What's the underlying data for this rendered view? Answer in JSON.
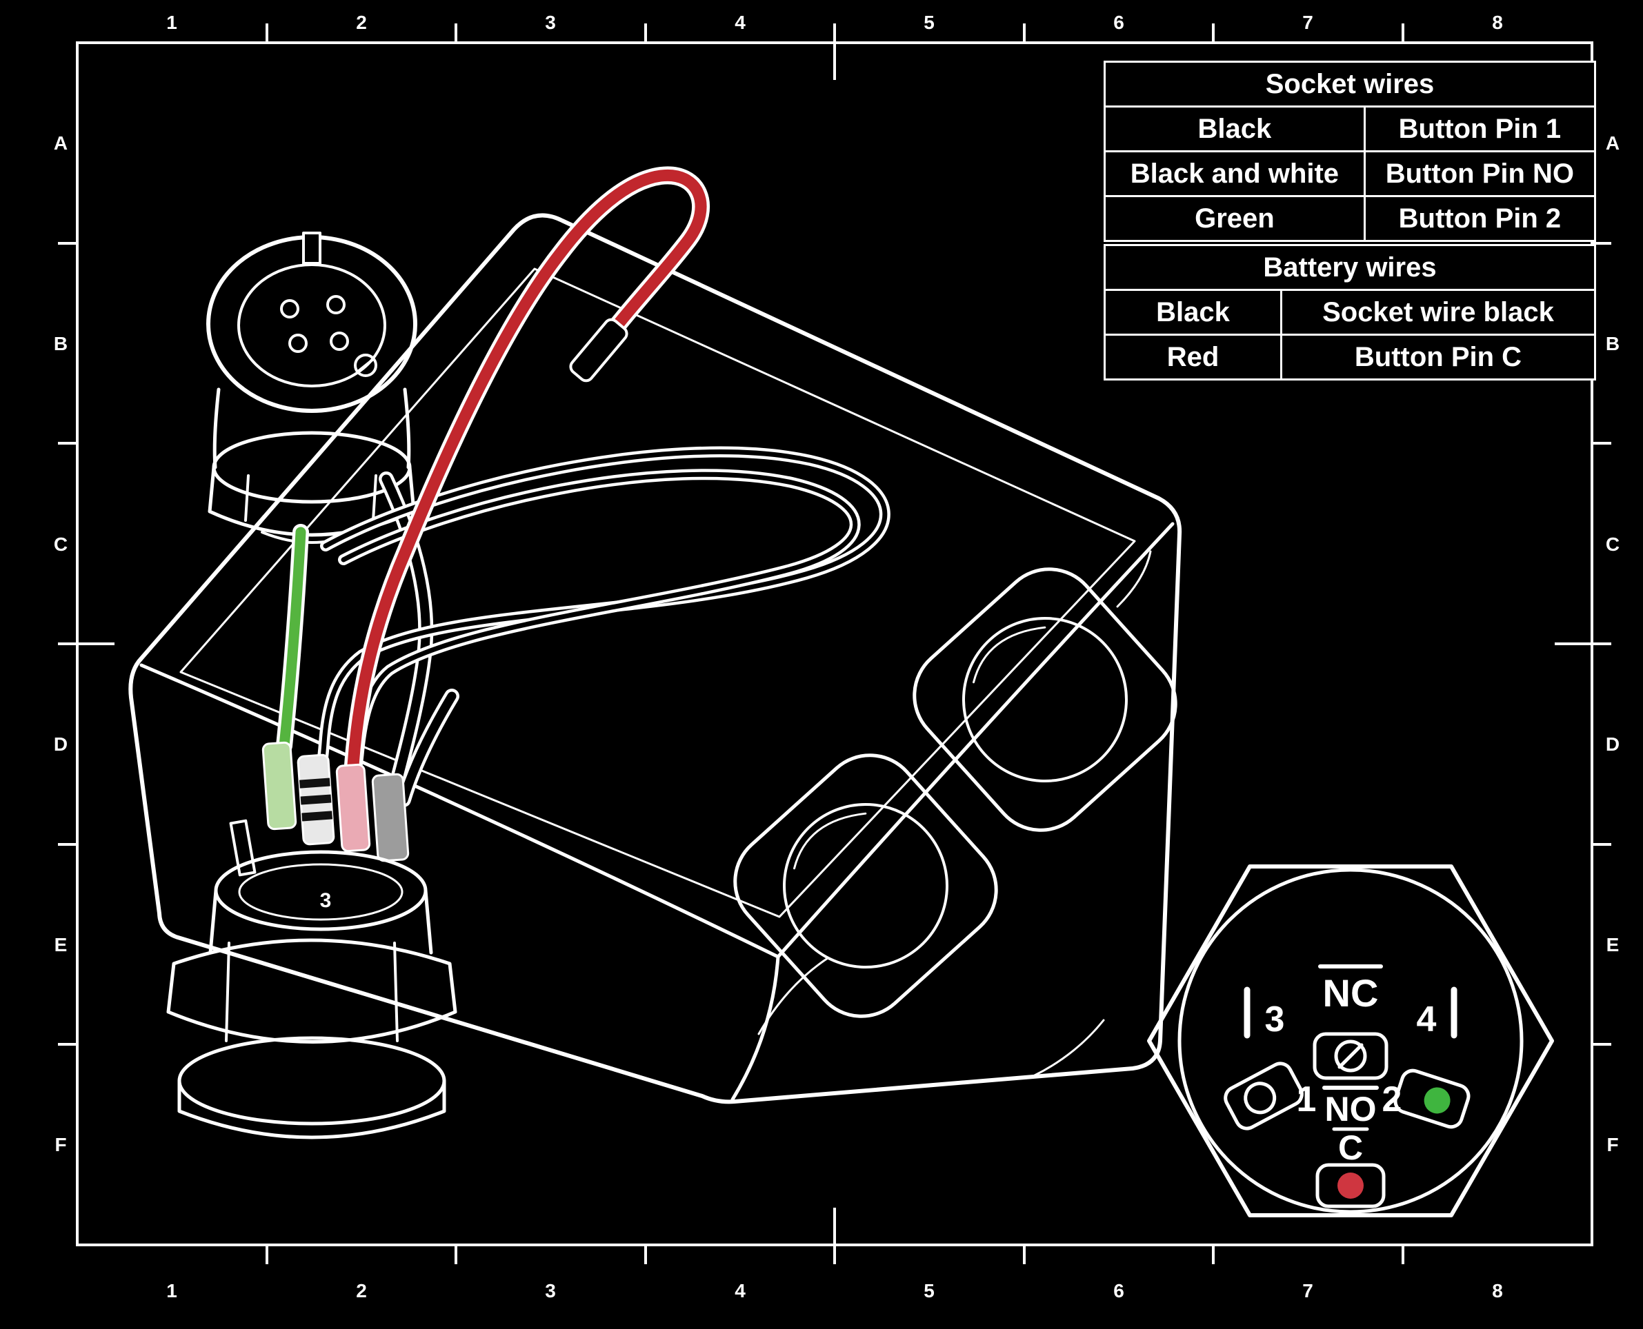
{
  "frame": {
    "columns": [
      "1",
      "2",
      "3",
      "4",
      "5",
      "6",
      "7",
      "8"
    ],
    "rows": [
      "A",
      "B",
      "C",
      "D",
      "E",
      "F"
    ]
  },
  "tables": {
    "socket": {
      "title": "Socket wires",
      "rows": [
        {
          "wire": "Black",
          "target": "Button Pin 1"
        },
        {
          "wire": "Black and white",
          "target": "Button Pin NO"
        },
        {
          "wire": "Green",
          "target": "Button Pin 2"
        }
      ]
    },
    "battery": {
      "title": "Battery wires",
      "rows": [
        {
          "wire": "Black",
          "target": "Socket wire black"
        },
        {
          "wire": "Red",
          "target": "Button Pin C"
        }
      ]
    }
  },
  "pinout": {
    "labels": {
      "nc": "NC",
      "pin3": "3",
      "pin4": "4",
      "no": "NO",
      "pin1": "1",
      "pin2": "2",
      "c": "C"
    },
    "colors": {
      "pin2_dot": "#3fb53f",
      "pinc_dot": "#cf3640"
    }
  },
  "drawing": {
    "button_face_label": "3",
    "colors": {
      "line": "#ffffff",
      "red_wire": "#c1272d",
      "green_wire": "#55b43f",
      "green_crimp": "#b7dca2",
      "pink_crimp": "#eaaab4",
      "gray_crimp": "#9c9c9c",
      "white_crimp": "#e8e8e8"
    }
  }
}
